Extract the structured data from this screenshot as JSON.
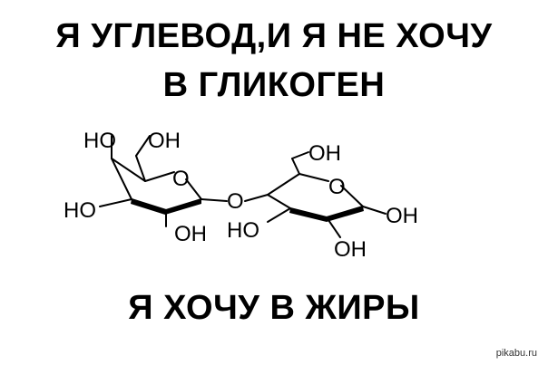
{
  "meme": {
    "top_line_1": "Я УГЛЕВОД,И Я НЕ ХОЧУ",
    "top_line_2": "В ГЛИКОГЕН",
    "bottom_line": "Я ХОЧУ В ЖИРЫ"
  },
  "molecule": {
    "labels": {
      "ho_top_left": "HO",
      "oh_top_left": "OH",
      "ho_left": "HO",
      "oh_bottom_left": "OH",
      "ring_o_left": "O",
      "bridge_o": "O",
      "ho_bottom_right": "HO",
      "oh_top_right": "OH",
      "ring_o_right": "O",
      "oh_right": "OH",
      "oh_bottom_right": "OH"
    }
  },
  "watermark": "pikabu.ru"
}
